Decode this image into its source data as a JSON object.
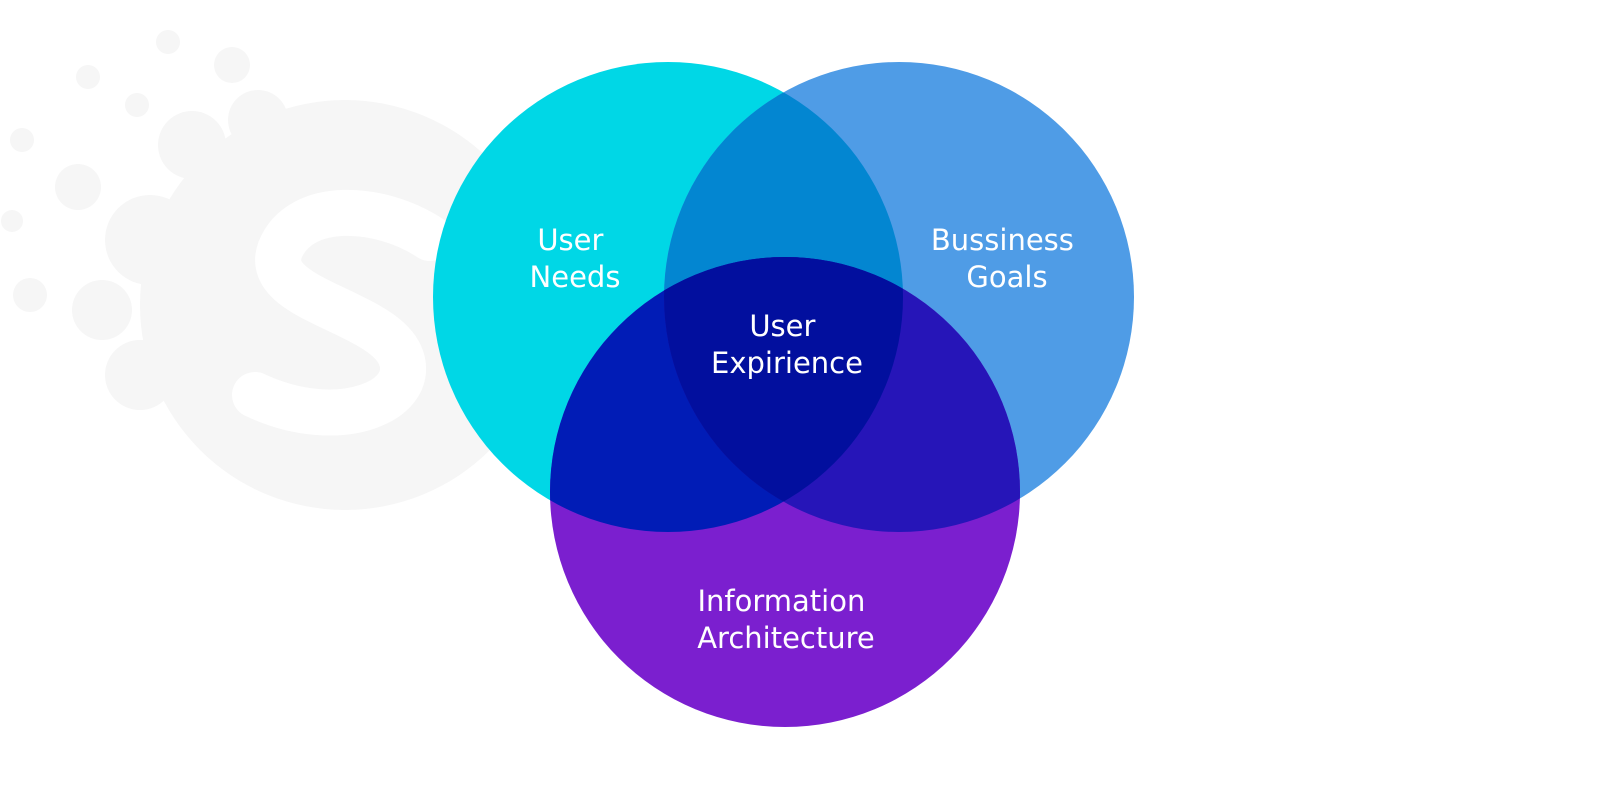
{
  "diagram": {
    "colors": {
      "background": "#ffffff",
      "watermark": "#f6f6f6",
      "user_needs": "#00d7e6",
      "business_goals": "#4f9ce6",
      "information_architecture": "#7b1fcf",
      "needs_goals_overlap": "#0386d1",
      "needs_ia_overlap": "#011cb6",
      "goals_ia_overlap": "#2615b8",
      "center_overlap": "#020f9e",
      "label_text": "#ffffff"
    },
    "circles": [
      {
        "id": "user_needs",
        "label_line1": "User",
        "label_line2": "Needs"
      },
      {
        "id": "business_goals",
        "label_line1": "Bussiness",
        "label_line2": "Goals"
      },
      {
        "id": "information_architecture",
        "label_line1": "Information",
        "label_line2": "Architecture"
      }
    ],
    "center": {
      "label_line1": "User",
      "label_line2": "Expirience"
    },
    "watermark_icon": "logo-s-watermark-icon"
  }
}
